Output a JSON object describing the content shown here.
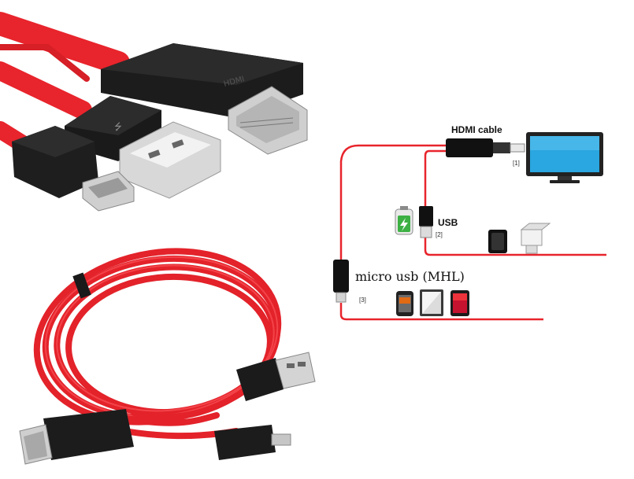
{
  "diagram": {
    "hdmi_label": "HDMI cable",
    "usb_label": "USB",
    "micro_usb_label": "micro usb (MHL)",
    "ref_1": "[1]",
    "ref_2": "[2]",
    "ref_3": "[3]"
  },
  "colors": {
    "cable_red": "#e8242c",
    "connector_black": "#1c1c1c",
    "metal": "#c9c9c9",
    "tv_screen": "#2aa6e0",
    "battery_green": "#3cb043"
  },
  "icons": [
    "hdmi-connector-icon",
    "usb-a-connector-icon",
    "micro-usb-connector-icon",
    "tv-icon",
    "battery-icon",
    "phone-icon",
    "tablet-icon"
  ]
}
